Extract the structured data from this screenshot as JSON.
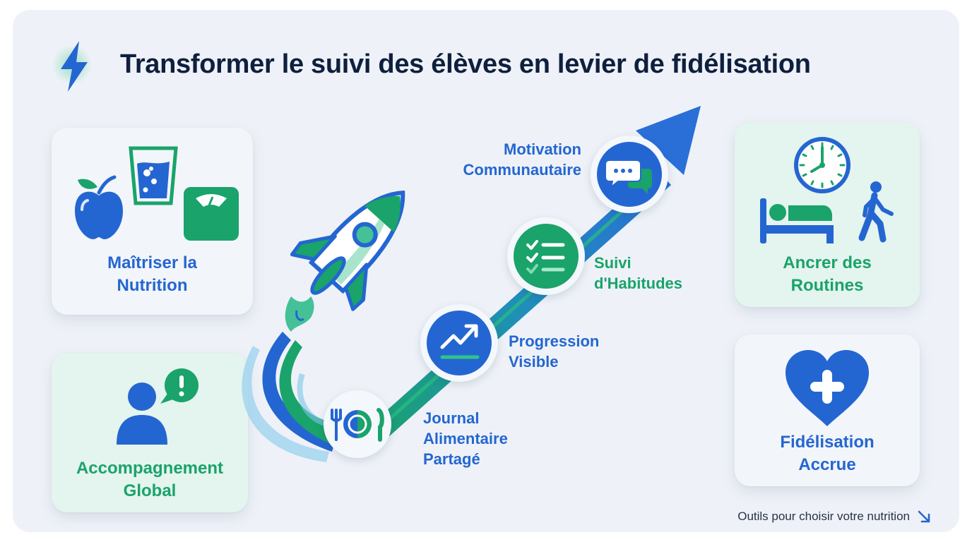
{
  "header": {
    "title": "Transformer le suivi des élèves en levier de fidélisation",
    "icon": "lightning-bolt-icon"
  },
  "cards": {
    "nutrition": {
      "label_line1": "Maîtriser la",
      "label_line2": "Nutrition",
      "icons": [
        "apple-icon",
        "water-glass-icon",
        "scale-icon"
      ]
    },
    "accompagnement": {
      "label_line1": "Accompagnement",
      "label_line2": "Global",
      "icons": [
        "person-icon",
        "alert-speech-bubble-icon"
      ]
    },
    "routines": {
      "label_line1": "Ancrer des",
      "label_line2": "Routines",
      "icons": [
        "clock-icon",
        "bed-icon",
        "walking-person-icon"
      ]
    },
    "fidelisation": {
      "label_line1": "Fidélisation",
      "label_line2": "Accrue",
      "icons": [
        "heart-plus-icon"
      ]
    }
  },
  "steps": [
    {
      "line1": "Journal",
      "line2": "Alimentaire",
      "line3": "Partagé",
      "icon": "plate-cutlery-icon"
    },
    {
      "line1": "Progression",
      "line2": "Visible",
      "icon": "trend-up-icon"
    },
    {
      "line1": "Suivi",
      "line2": "d'Habitudes",
      "icon": "checklist-icon"
    },
    {
      "line1": "Motivation",
      "line2": "Communautaire",
      "icon": "chat-bubbles-icon"
    }
  ],
  "footer": {
    "text": "Outils pour choisir votre nutrition",
    "icon": "arrow-down-right-icon"
  },
  "colors": {
    "blue": "#2466d1",
    "green": "#1aa36a",
    "title": "#0f1f3d",
    "background": "#eef2f8",
    "mint": "#e4f4ee"
  }
}
